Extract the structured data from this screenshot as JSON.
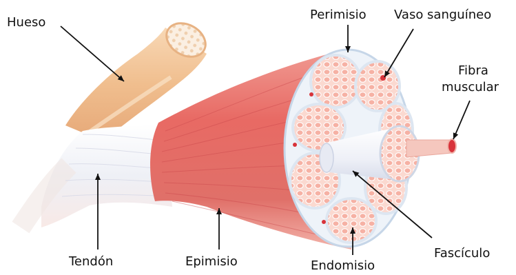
{
  "labels": {
    "hueso": "Hueso",
    "perimisio": "Perimisio",
    "vaso": "Vaso sanguíneo",
    "fibra_line1": "Fibra",
    "fibra_line2": "muscular",
    "fasciculo": "Fascículo",
    "endomisio": "Endomisio",
    "epimisio": "Epimisio",
    "tendon": "Tendón"
  },
  "colors": {
    "muscle": "#e86a64",
    "muscle_dark": "#c9464a",
    "muscle_light": "#f5a9a0",
    "bone": "#f3c598",
    "bone_shadow": "#e3a877",
    "tendon": "#f7f3f2",
    "fascicle_fill": "#f9cfc6",
    "sheath": "#dce7f2",
    "vessel": "#d8333a",
    "arrow": "#111111"
  }
}
